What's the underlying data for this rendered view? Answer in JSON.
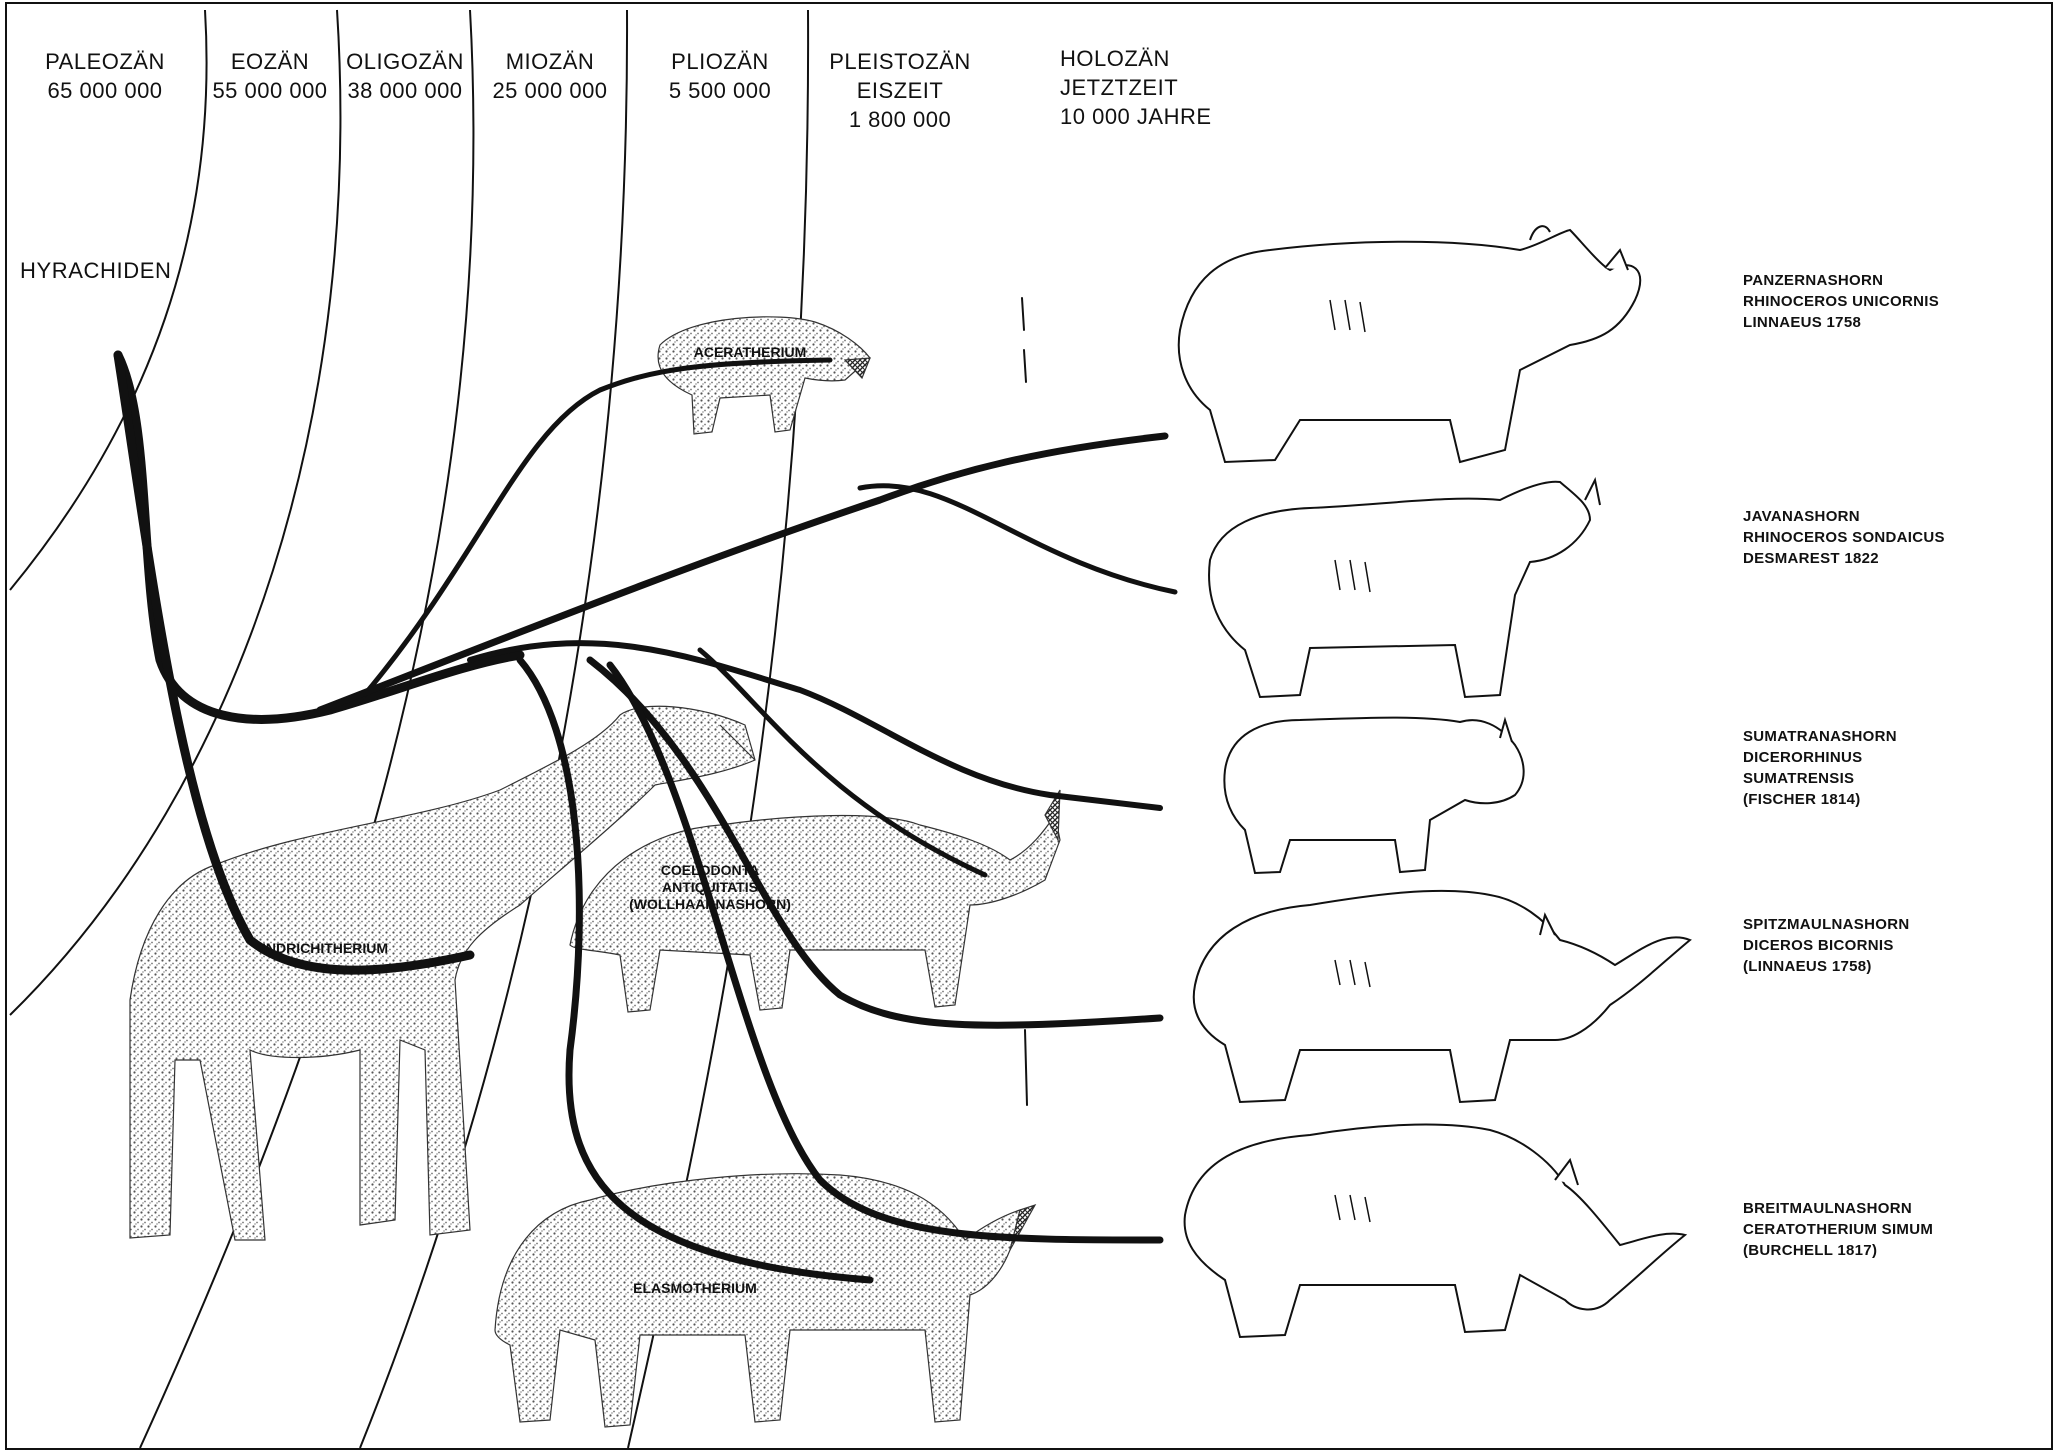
{
  "eras": [
    {
      "name": "PALEOZÄN",
      "lines": [
        "65 000 000"
      ]
    },
    {
      "name": "EOZÄN",
      "lines": [
        "55 000 000"
      ]
    },
    {
      "name": "OLIGOZÄN",
      "lines": [
        "38 000 000"
      ]
    },
    {
      "name": "MIOZÄN",
      "lines": [
        "25 000 000"
      ]
    },
    {
      "name": "PLIOZÄN",
      "lines": [
        "5 500 000"
      ]
    },
    {
      "name": "PLEISTOZÄN",
      "lines": [
        "EISZEIT",
        "1 800 000"
      ]
    },
    {
      "name": "HOLOZÄN",
      "lines": [
        "JETZTZEIT",
        "10 000 JAHRE"
      ]
    }
  ],
  "root_label": "HYRACHIDEN",
  "fossils": [
    {
      "lines": [
        "ACERATHERIUM"
      ]
    },
    {
      "lines": [
        "INDRICHITHERIUM"
      ]
    },
    {
      "lines": [
        "COELODONTA",
        "ANTIQUITATIS",
        "(WOLLHAARNASHORN)"
      ]
    },
    {
      "lines": [
        "ELASMOTHERIUM"
      ]
    }
  ],
  "species": [
    {
      "lines": [
        "PANZERNASHORN",
        "RHINOCEROS UNICORNIS",
        "LINNAEUS 1758"
      ]
    },
    {
      "lines": [
        "JAVANASHORN",
        "RHINOCEROS SONDAICUS",
        "DESMAREST 1822"
      ]
    },
    {
      "lines": [
        "SUMATRANASHORN",
        "DICERORHINUS",
        "SUMATRENSIS",
        "(FISCHER 1814)"
      ]
    },
    {
      "lines": [
        "SPITZMAULNASHORN",
        "DICEROS BICORNIS",
        "(LINNAEUS 1758)"
      ]
    },
    {
      "lines": [
        "BREITMAULNASHORN",
        "CERATOTHERIUM SIMUM",
        "(BURCHELL 1817)"
      ]
    }
  ],
  "colors": {
    "ink": "#111111",
    "stipple": "#8a8a8a",
    "background": "#ffffff"
  }
}
